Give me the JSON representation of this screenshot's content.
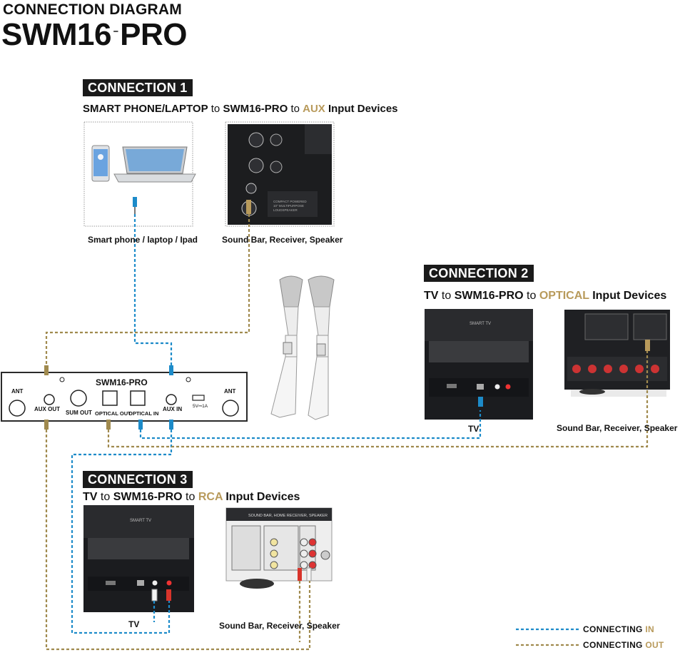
{
  "header": {
    "line1": "CONNECTION DIAGRAM",
    "model_main": "SWM16",
    "model_sep": "-",
    "model_suffix": "PRO"
  },
  "connection1": {
    "badge": "CONNECTION 1",
    "subtitle_parts": [
      "SMART PHONE/LAPTOP",
      " to ",
      "SWM16-PRO",
      " to ",
      "AUX",
      " Input Devices"
    ],
    "source_caption": "Smart phone / laptop / Ipad",
    "dest_caption": "Sound Bar, Receiver, Speaker",
    "speaker_text": [
      "COMPACT POWERED",
      "10\" MULTIPURPOSE",
      "LOUDSPEAKER"
    ]
  },
  "connection2": {
    "badge": "CONNECTION 2",
    "subtitle_parts": [
      "TV",
      " to ",
      "SWM16-PRO",
      " to ",
      "OPTICAL",
      " Input Devices"
    ],
    "source_caption": "TV",
    "dest_caption": "Sound Bar, Receiver, Speaker",
    "tv_text": "SMART TV"
  },
  "connection3": {
    "badge": "CONNECTION 3",
    "subtitle_parts": [
      "TV",
      " to ",
      "SWM16-PRO",
      " to ",
      "RCA",
      " Input Devices"
    ],
    "source_caption": "TV",
    "dest_caption": "Sound Bar, Receiver, Speaker",
    "tv_text": "SMART TV",
    "receiver_text": "SOUND BAR, HOME RECEIVER, SPEAKER"
  },
  "device": {
    "title": "SWM16-PRO",
    "ports": {
      "ant_left": "ANT",
      "aux_out": "AUX OUT",
      "sum_out": "SUM OUT",
      "optical_out": "OPTICAL OUT",
      "optical_in": "OPTICAL IN",
      "aux_in": "AUX IN",
      "power": "5V⎓1A",
      "ant_right": "ANT"
    }
  },
  "legend": {
    "in_prefix": "CONNECTING ",
    "in_word": "IN",
    "out_prefix": "CONNECTING ",
    "out_word": "OUT"
  },
  "colors": {
    "in_line": "#1d8bc9",
    "out_line": "#a08a4e",
    "accent": "#b89a5b",
    "badge_bg": "#1a1a1a"
  }
}
